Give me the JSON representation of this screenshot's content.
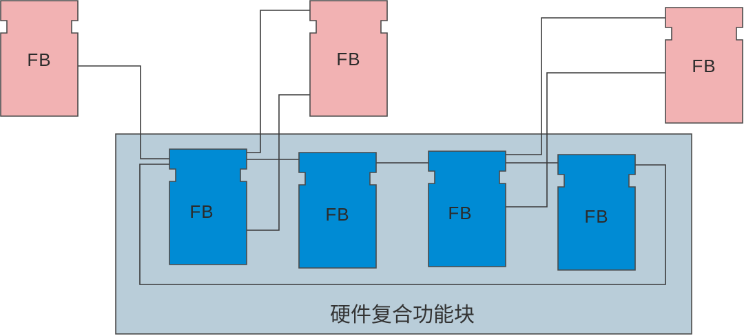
{
  "diagram": {
    "container": {
      "label": "硬件复合功能块",
      "fill": "#b9cdd9"
    },
    "external_blocks": [
      {
        "id": "ext-1",
        "label": "FB",
        "fill": "#f2b2b3"
      },
      {
        "id": "ext-2",
        "label": "FB",
        "fill": "#f2b2b3"
      },
      {
        "id": "ext-3",
        "label": "FB",
        "fill": "#f2b2b3"
      }
    ],
    "internal_blocks": [
      {
        "id": "int-1",
        "label": "FB",
        "fill": "#008bd4"
      },
      {
        "id": "int-2",
        "label": "FB",
        "fill": "#008bd4"
      },
      {
        "id": "int-3",
        "label": "FB",
        "fill": "#008bd4"
      },
      {
        "id": "int-4",
        "label": "FB",
        "fill": "#008bd4"
      }
    ],
    "connections": [
      {
        "from": "ext-1",
        "to": "int-1"
      },
      {
        "from": "ext-2",
        "to": "int-1"
      },
      {
        "from": "ext-2",
        "to": "int-1",
        "note": "second link to right side"
      },
      {
        "from": "int-1",
        "to": "int-2"
      },
      {
        "from": "int-2",
        "to": "int-3"
      },
      {
        "from": "ext-3",
        "to": "int-3"
      },
      {
        "from": "ext-3",
        "to": "int-3",
        "note": "second link to right side"
      },
      {
        "from": "int-3",
        "to": "int-4"
      },
      {
        "from": "int-4",
        "to": "int-1",
        "note": "feedback loop around bottom"
      }
    ]
  }
}
